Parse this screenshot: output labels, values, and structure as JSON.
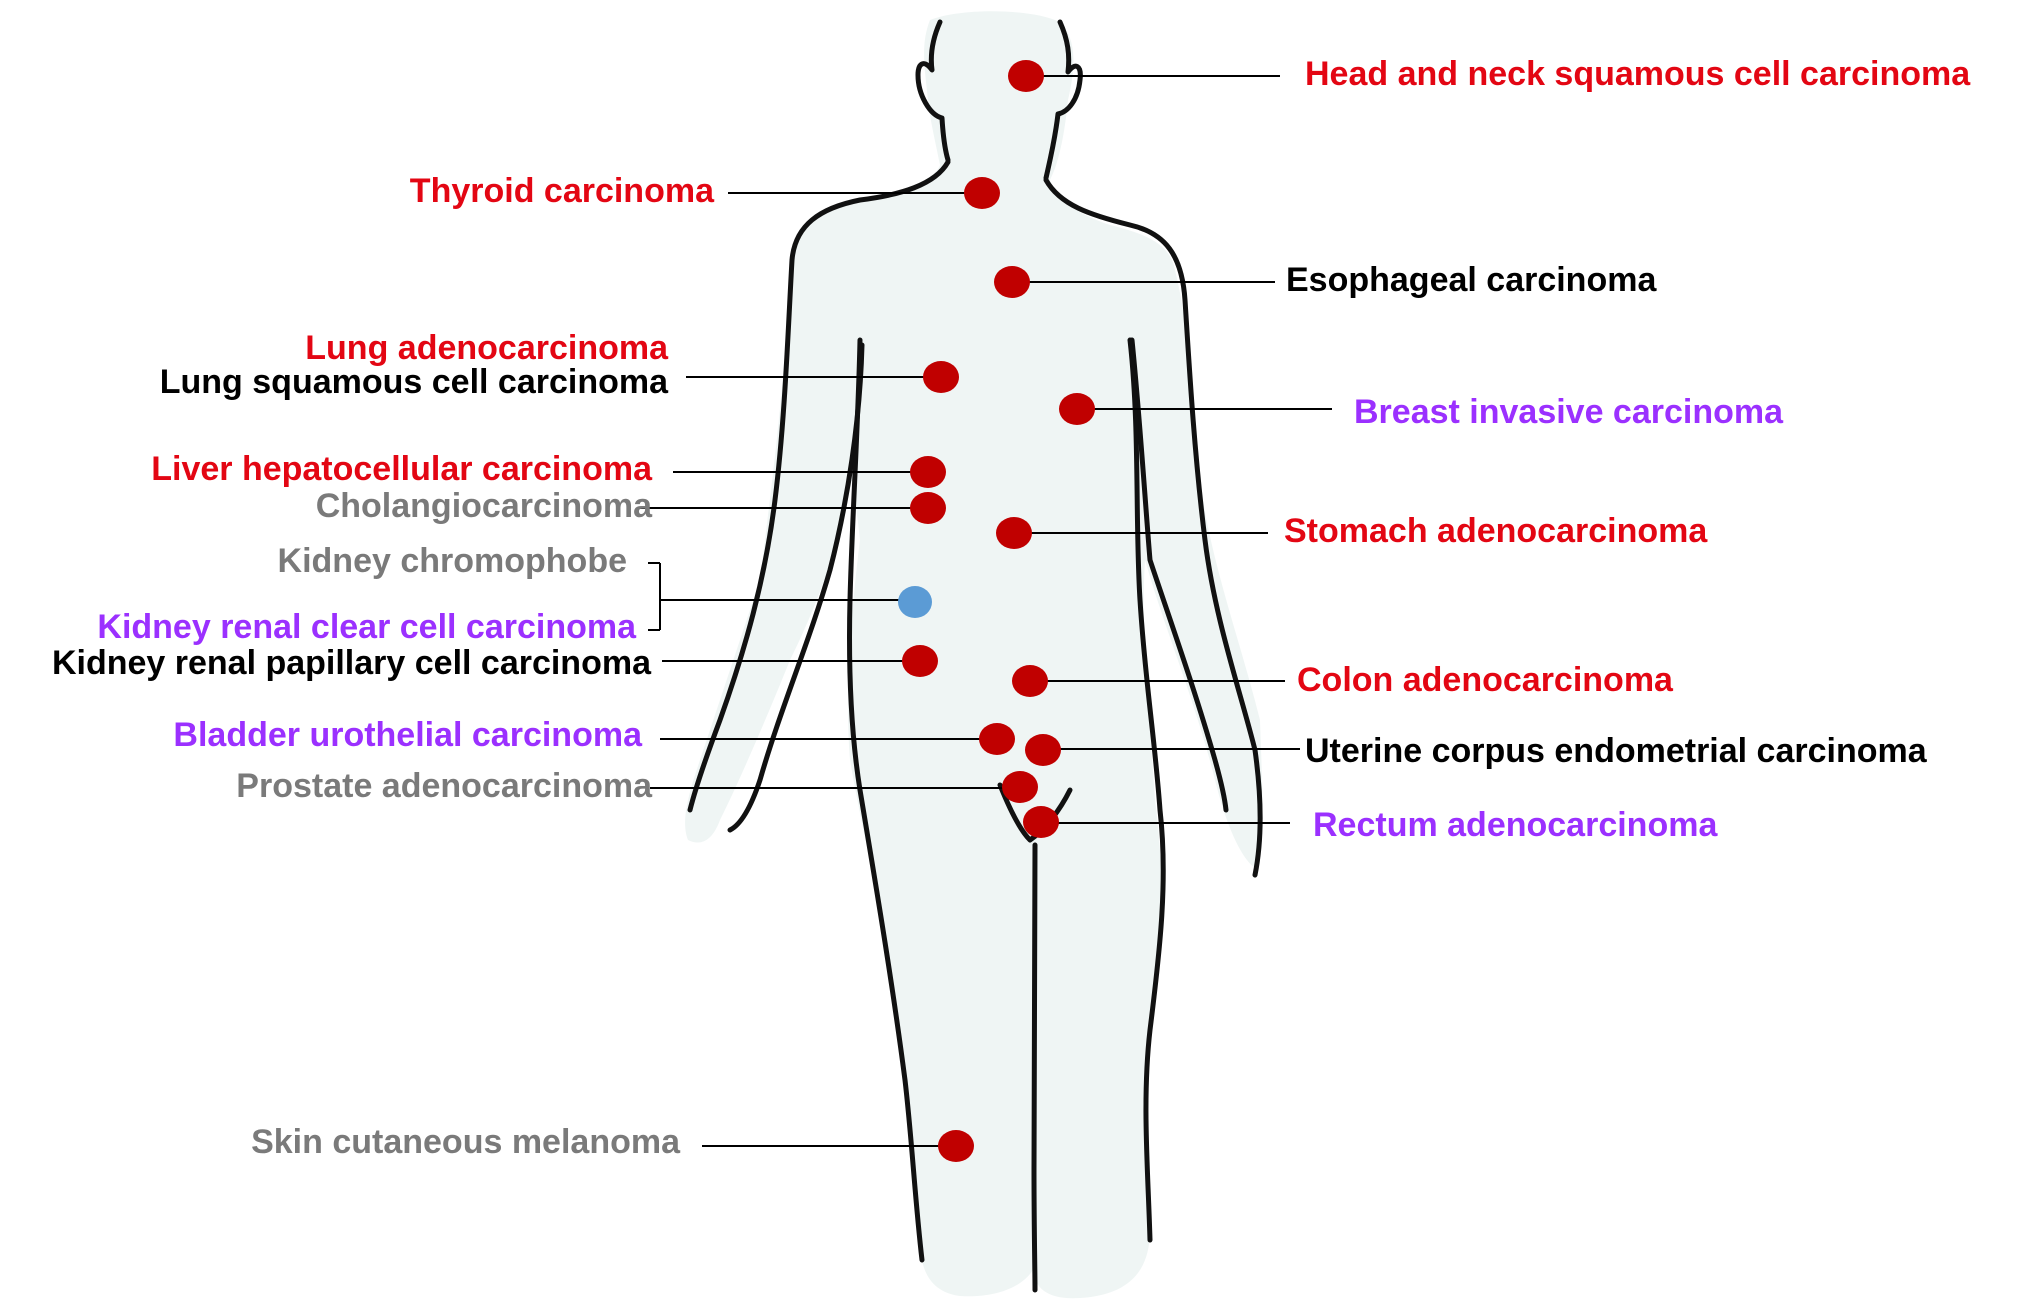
{
  "colors": {
    "red_label": "#e30613",
    "black_label": "#000000",
    "gray_label": "#7a7a7a",
    "purple_label": "#9b30ff",
    "marker_red": "#c00000",
    "marker_blue": "#5b9bd5",
    "body_fill": "#eff5f4"
  },
  "labels": {
    "head_neck": "Head and neck squamous cell carcinoma",
    "thyroid": "Thyroid carcinoma",
    "esophageal": "Esophageal carcinoma",
    "lung_adeno": "Lung adenocarcinoma",
    "lung_squamous": "Lung squamous cell carcinoma",
    "breast": "Breast invasive carcinoma",
    "liver": "Liver hepatocellular carcinoma",
    "cholangio": "Cholangiocarcinoma",
    "stomach": "Stomach adenocarcinoma",
    "kidney_chromophobe": "Kidney chromophobe",
    "kidney_clear": "Kidney renal clear cell carcinoma",
    "kidney_papillary": "Kidney renal papillary cell carcinoma",
    "colon": "Colon adenocarcinoma",
    "bladder": "Bladder urothelial carcinoma",
    "uterine": "Uterine corpus endometrial carcinoma",
    "prostate": "Prostate adenocarcinoma",
    "rectum": "Rectum adenocarcinoma",
    "skin": "Skin cutaneous melanoma"
  }
}
